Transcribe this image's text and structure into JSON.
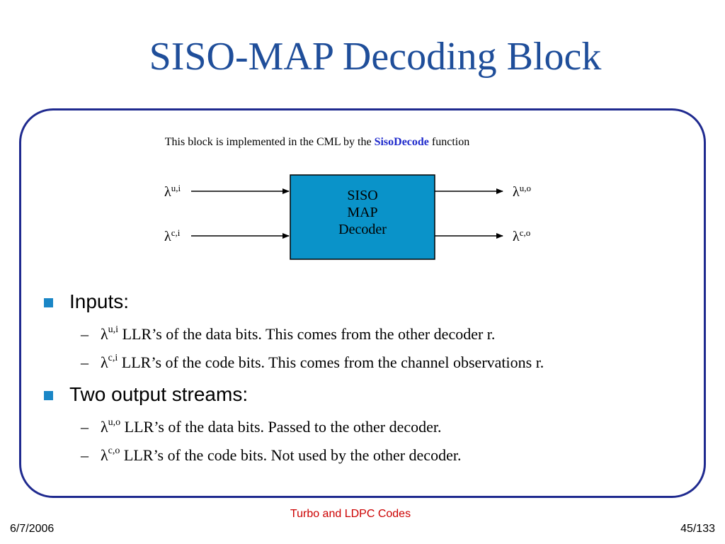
{
  "title": "SISO-MAP Decoding Block",
  "caption": {
    "prefix": "This block is implemented in the CML by the",
    "function_name": "SisoDecode",
    "suffix": "function"
  },
  "diagram": {
    "block_lines": [
      "SISO",
      "MAP",
      "Decoder"
    ],
    "block_color": "#0a93c9",
    "symbol": "λ",
    "inputs": [
      {
        "superscript": "u,i"
      },
      {
        "superscript": "c,i"
      }
    ],
    "outputs": [
      {
        "superscript": "u,o"
      },
      {
        "superscript": "c,o"
      }
    ]
  },
  "bullets": [
    {
      "heading": "Inputs:",
      "items": [
        {
          "symbol": "λ",
          "superscript": "u,i",
          "text": "LLR’s of the data bits.  This comes from the other decoder r."
        },
        {
          "symbol": "λ",
          "superscript": "c,i",
          "text": "LLR’s of the code bits.  This comes from the channel observations r."
        }
      ]
    },
    {
      "heading": "Two output streams:",
      "items": [
        {
          "symbol": "λ",
          "superscript": "u,o",
          "text": "LLR’s of the data bits.   Passed to the other decoder."
        },
        {
          "symbol": "λ",
          "superscript": "c,o",
          "text": "LLR’s of the code bits.  Not used by the other decoder."
        }
      ]
    }
  ],
  "footer": {
    "date": "6/7/2006",
    "title": "Turbo and LDPC Codes",
    "page": "45/133"
  },
  "colors": {
    "title": "#1f4e9a",
    "frame": "#1f2a8f",
    "bullet": "#1a86c6",
    "function_name": "#1f2acc",
    "footer_title": "#cc0000"
  }
}
